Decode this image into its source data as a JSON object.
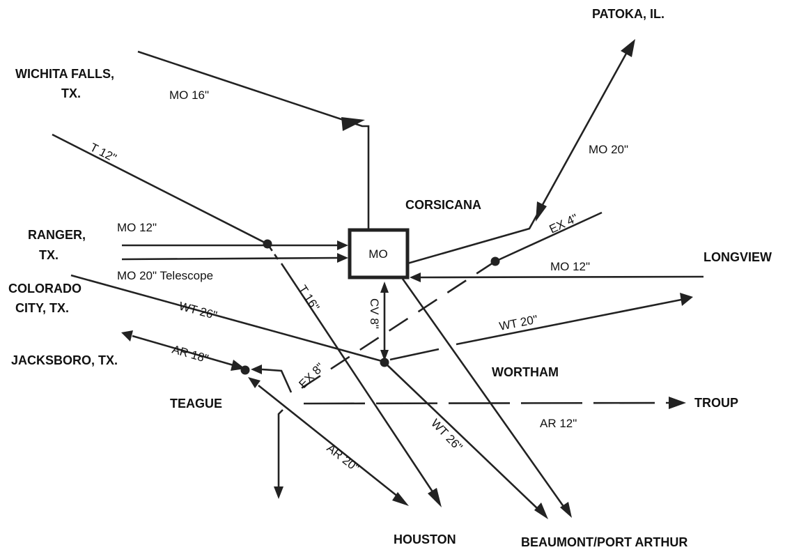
{
  "hub": {
    "label": "MO"
  },
  "cities": {
    "patoka": "PATOKA, IL.",
    "wichita_1": "WICHITA FALLS,",
    "wichita_2": "TX.",
    "ranger_1": "RANGER,",
    "ranger_2": "TX.",
    "colorado_1": "COLORADO",
    "colorado_2": "CITY, TX.",
    "jacksboro": "JACKSBORO, TX.",
    "teague": "TEAGUE",
    "corsicana": "CORSICANA",
    "longview": "LONGVIEW",
    "wortham": "WORTHAM",
    "troup": "TROUP",
    "houston": "HOUSTON",
    "beaumont": "BEAUMONT/PORT ARTHUR"
  },
  "pipelines": {
    "mo16": "MO 16\"",
    "mo20_patoka": "MO 20\"",
    "t12": "T 12\"",
    "mo12_ranger": "MO 12\"",
    "mo20_telescope": "MO 20\" Telescope",
    "ex4": "EX 4\"",
    "mo12_longview": "MO 12\"",
    "wt26_west": "WT 26\"",
    "t16": "T 16\"",
    "cv8": "CV 8\"",
    "wt20": "WT 20\"",
    "ar18": "AR 18\"",
    "ex8": "EX 8\"",
    "ar12": "AR 12\"",
    "wt26_south": "WT 26\"",
    "ar20": "AR 20\""
  }
}
